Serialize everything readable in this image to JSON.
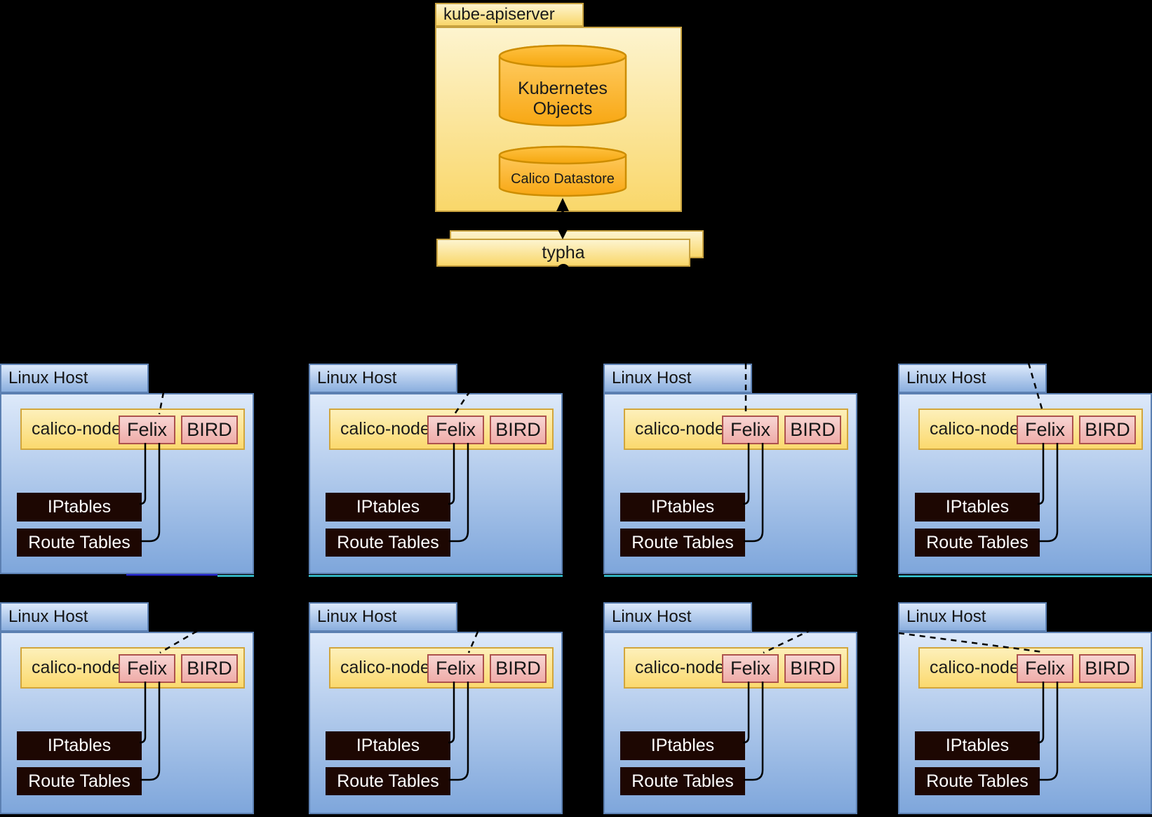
{
  "apiserver": {
    "title": "kube-apiserver",
    "kubernetes_objects_line1": "Kubernetes",
    "kubernetes_objects_line2": "Objects",
    "calico_datastore_label": "Calico Datastore"
  },
  "typha": {
    "label": "typha"
  },
  "hosts": [
    {
      "title": "Linux Host",
      "node": "calico-node",
      "felix": "Felix",
      "bird": "BIRD",
      "iptables": "IPtables",
      "route_tables": "Route Tables"
    },
    {
      "title": "Linux Host",
      "node": "calico-node",
      "felix": "Felix",
      "bird": "BIRD",
      "iptables": "IPtables",
      "route_tables": "Route Tables"
    },
    {
      "title": "Linux Host",
      "node": "calico-node",
      "felix": "Felix",
      "bird": "BIRD",
      "iptables": "IPtables",
      "route_tables": "Route Tables"
    },
    {
      "title": "Linux Host",
      "node": "calico-node",
      "felix": "Felix",
      "bird": "BIRD",
      "iptables": "IPtables",
      "route_tables": "Route Tables"
    },
    {
      "title": "Linux Host",
      "node": "calico-node",
      "felix": "Felix",
      "bird": "BIRD",
      "iptables": "IPtables",
      "route_tables": "Route Tables"
    },
    {
      "title": "Linux Host",
      "node": "calico-node",
      "felix": "Felix",
      "bird": "BIRD",
      "iptables": "IPtables",
      "route_tables": "Route Tables"
    },
    {
      "title": "Linux Host",
      "node": "calico-node",
      "felix": "Felix",
      "bird": "BIRD",
      "iptables": "IPtables",
      "route_tables": "Route Tables"
    },
    {
      "title": "Linux Host",
      "node": "calico-node",
      "felix": "Felix",
      "bird": "BIRD",
      "iptables": "IPtables",
      "route_tables": "Route Tables"
    }
  ],
  "colors": {
    "background": "#000000",
    "yellow_fill_top": "#fdf4cf",
    "yellow_fill_bottom": "#f9d76a",
    "yellow_border": "#c7a13f",
    "calico_border": "#d2a63c",
    "host_fill_top": "#dde9fa",
    "host_fill_bottom": "#7ea6db",
    "host_border": "#5c80b2",
    "pink_fill": "#f3c1be",
    "pink_border": "#ad524d",
    "cylinder_fill_top": "#ffd06b",
    "cylinder_fill_bottom": "#f8a713",
    "cylinder_border": "#cd8d00",
    "dark_box_fill": "#1d0702",
    "link_blue": "#2222cc",
    "link_cyan": "#3ad0e0",
    "connector_black": "#000000"
  }
}
